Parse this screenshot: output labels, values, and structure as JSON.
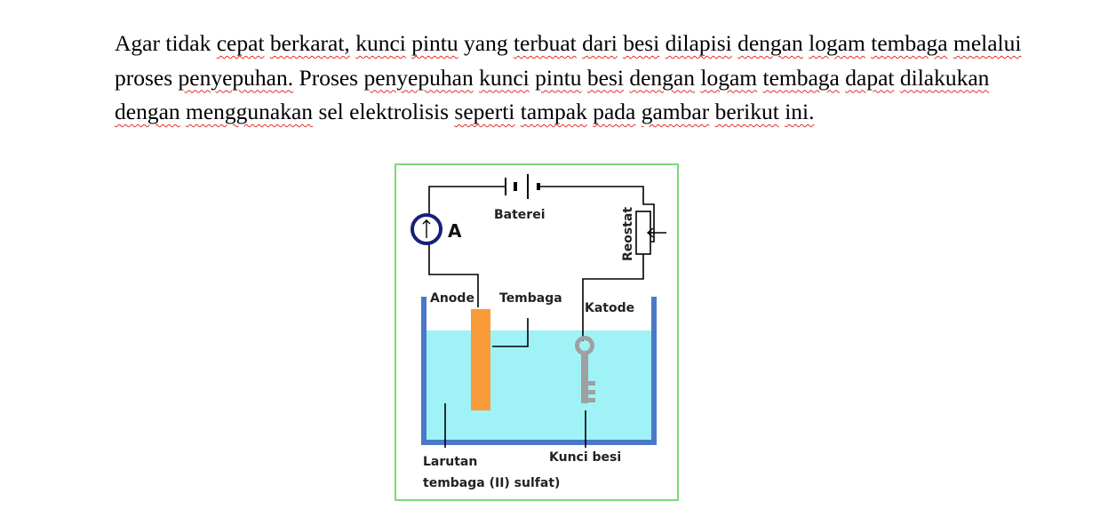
{
  "paragraph": {
    "words": [
      "Agar",
      "tidak",
      "cepat",
      "berkarat,",
      "kunci",
      "pintu",
      "yang",
      "terbuat",
      "dari",
      "besi",
      "dilapisi",
      "dengan",
      "logam",
      "tembaga",
      "melalui",
      "proses",
      "penyepuhan.",
      "Proses",
      "penyepuhan",
      "kunci",
      "pintu",
      "besi",
      "dengan",
      "logam",
      "tembaga",
      "dapat",
      "dilakukan",
      "dengan",
      "menggunakan",
      "sel",
      "elektrolisis",
      "seperti",
      "tampak",
      "pada",
      "gambar",
      "berikut",
      "ini."
    ]
  },
  "figure": {
    "labels": {
      "ammeter": "A",
      "battery": "Baterei",
      "rheostat": "Reostat",
      "anode": "Anode",
      "copper": "Tembaga",
      "cathode": "Katode",
      "solution_line1": "Larutan",
      "solution_line2": "tembaga (II) sulfat)",
      "iron_key": "Kunci besi"
    },
    "colors": {
      "solution": "#9ff3f6",
      "container": "#4a79c8",
      "copper_plate": "#f99b38",
      "key": "#a0a0a0",
      "ammeter_ring": "#17207a",
      "frame_border": "#7ed878"
    }
  }
}
